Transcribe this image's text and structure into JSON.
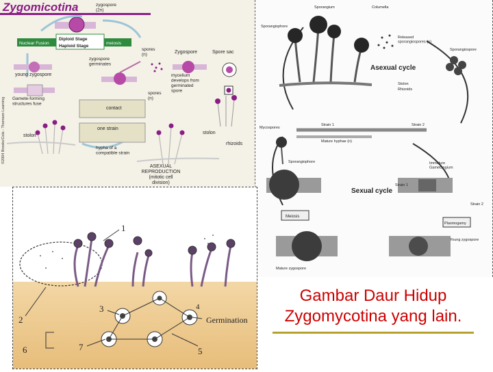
{
  "top_left": {
    "title": "Zygomicotina",
    "copyright": "©2004 Brooks/Cole - Thomson Learning",
    "labels": {
      "zygospore_2n": "zygospore\n(2n)",
      "diploid": "Diploid Stage",
      "haploid": "Haploid Stage",
      "nuclear_fusion": "Nuclear Fusion",
      "meiosis": "meiosis",
      "spores_n_1": "spores\n(n)",
      "zygospore": "Zygospore",
      "spore_sac": "Spore sac",
      "young_zygospore": "young zygospore",
      "zyg_germinates": "zygospore\ngerminates",
      "mycelium": "mycelium\ndevelops from\ngerminated\nspore",
      "gametes": "Gamete-forming\nstructures fuse",
      "contact": "contact",
      "spores_n_2": "spores\n(n)",
      "one_strain": "one strain",
      "stolon_1": "stolon",
      "stolon_2": "stolon",
      "rhizoids": "rhizoids",
      "hypha": "hypha of a\ncompatible strain",
      "asexual": "ASEXUAL\nREPRODUCTION\n(mitotic cell\ndivision)"
    }
  },
  "right_panel": {
    "labels": {
      "sporangium": "Sporangium",
      "columella": "Columella",
      "sporangiophore": "Sporangiophore",
      "released": "Released\nsporangiospores (n)",
      "sporangiospore": "Sporangiospore",
      "asexual_cycle": "Asexual cycle",
      "stolon": "Stolon",
      "rhizoids": "Rhizoids",
      "mycospores": "Mycospores",
      "strain1_a": "Strain 1",
      "strain2_a": "Strain 2",
      "mature_hyphae": "Mature hyphae (n)",
      "sporangiophore_2": "Sporangiophore",
      "strain1_b": "Strain 1",
      "immature_gam": "Immature\nGametangium",
      "sexual_cycle": "Sexual cycle",
      "strain2_b": "Strain 2",
      "meiosis": "Meiosis",
      "plasmogamy": "Plasmogamy",
      "young_zygo": "Young zygospore",
      "mature_zygo": "Mature zygospore"
    }
  },
  "bottom_left": {
    "numbers": [
      "1",
      "2",
      "3",
      "4",
      "5",
      "6",
      "7"
    ],
    "germination": "Germination"
  },
  "caption": {
    "line1": "Gambar Daur Hidup",
    "line2": "Zygomycotina yang lain."
  }
}
